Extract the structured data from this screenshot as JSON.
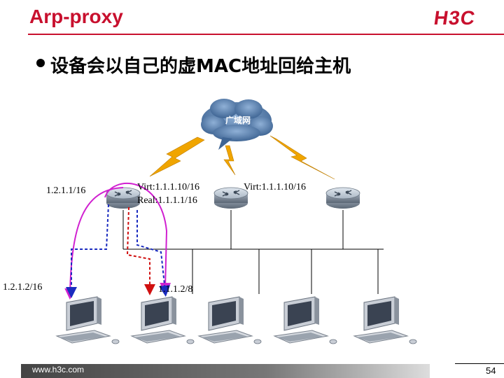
{
  "header": {
    "title": "Arp-proxy",
    "logo": "H3C"
  },
  "bullet": {
    "text": "设备会以自己的虚MAC地址回给主机"
  },
  "cloud": {
    "label": "广域网"
  },
  "labels": {
    "router1_ip": "1.2.1.1/16",
    "router_virt_left": "Virt:1.1.1.10/16",
    "router_real": "Real:1.1.1.1/16",
    "router_virt_right": "Virt:1.1.1.10/16",
    "host1_ip": "1.2.1.2/16",
    "host2_ip": "1.1.1.2/8"
  },
  "footer": {
    "url": "www.h3c.com",
    "page": "54"
  },
  "colors": {
    "brand": "#c8102e",
    "cloud": "#5b7fa8",
    "lightning": "#f0a500",
    "magenta_path": "#d020d0",
    "blue_path": "#1a2bbf",
    "red_path": "#d01010"
  }
}
